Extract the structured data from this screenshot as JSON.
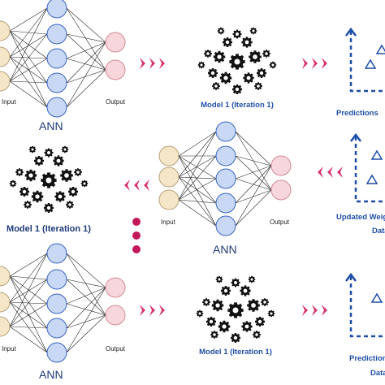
{
  "colors": {
    "input_fill": "#f5e6c8",
    "input_stroke": "#b8a37a",
    "hidden_fill": "#c9d8f5",
    "hidden_stroke": "#3b66c4",
    "output_fill": "#f8d7dc",
    "output_stroke": "#d58a96",
    "arrow": "#d6336c",
    "chart_blue": "#1f4fa6",
    "title_blue": "#1f3a7a",
    "dots": "#c2185b"
  },
  "row1": {
    "input_label": "Input",
    "output_label": "Output",
    "ann_label": "ANN",
    "model_label": "Model 1 (Iteration 1)",
    "side_label": "Predictions"
  },
  "row2": {
    "model_label": "Model 1 (Iteration 1)",
    "input_label": "Input",
    "output_label": "Output",
    "ann_label": "ANN",
    "side_label_line1": "Updated Weights",
    "side_label_line2": "Data"
  },
  "row3": {
    "input_label": "Input",
    "output_label": "Output",
    "ann_label": "ANN",
    "model_label": "Model 1 (Iteration 1)",
    "side_label_line1": "Predictions",
    "side_label_line2": "Data"
  },
  "icons": {
    "gear_cluster": "gear-cluster-icon",
    "arrows": "triple-chevron-arrow-icon",
    "chart": "dashed-scatter-chart-icon"
  }
}
